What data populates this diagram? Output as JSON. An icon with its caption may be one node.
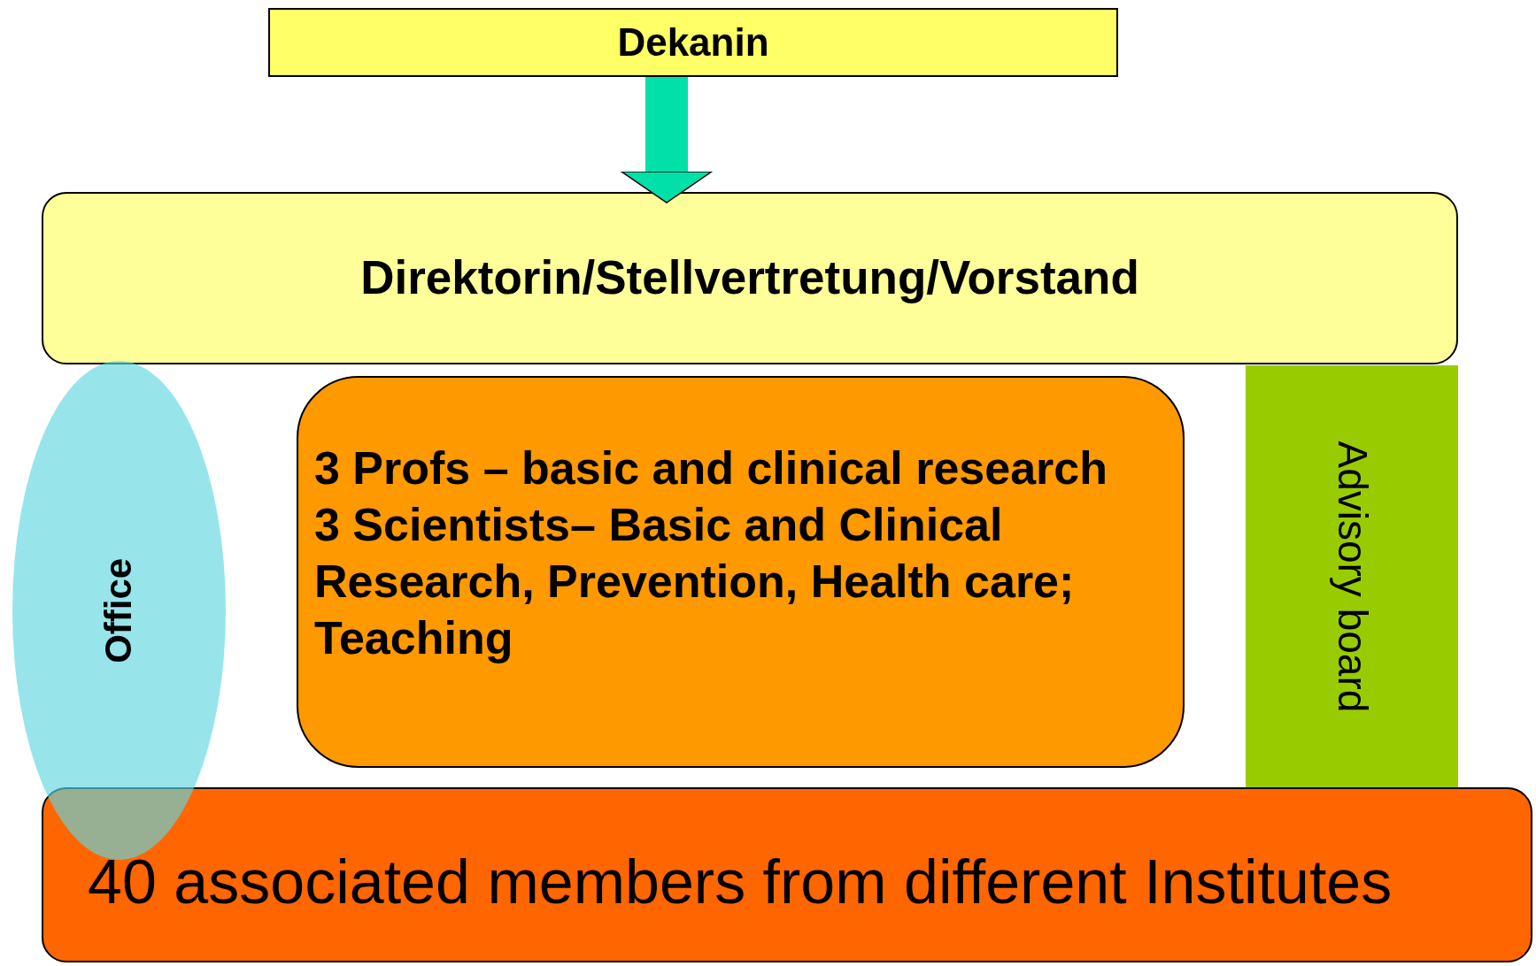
{
  "diagram": {
    "nodes": [
      {
        "text": [
          "Dekanin"
        ]
      },
      {
        "text": [
          "Direktorin/Stellvertretung/Vorstand"
        ]
      },
      {
        "text": [
          "Office"
        ]
      },
      {
        "text": [
          "3 Profs – basic and clinical research",
          "3 Scientists– Basic and Clinical Research, Prevention, Health care; Teaching"
        ]
      },
      {
        "text": [
          "Advisory board"
        ]
      },
      {
        "text": [
          "40 associated members from different Institutes"
        ]
      }
    ],
    "edges": [
      {
        "from": 0,
        "to": 1,
        "arrow": "to"
      }
    ]
  }
}
